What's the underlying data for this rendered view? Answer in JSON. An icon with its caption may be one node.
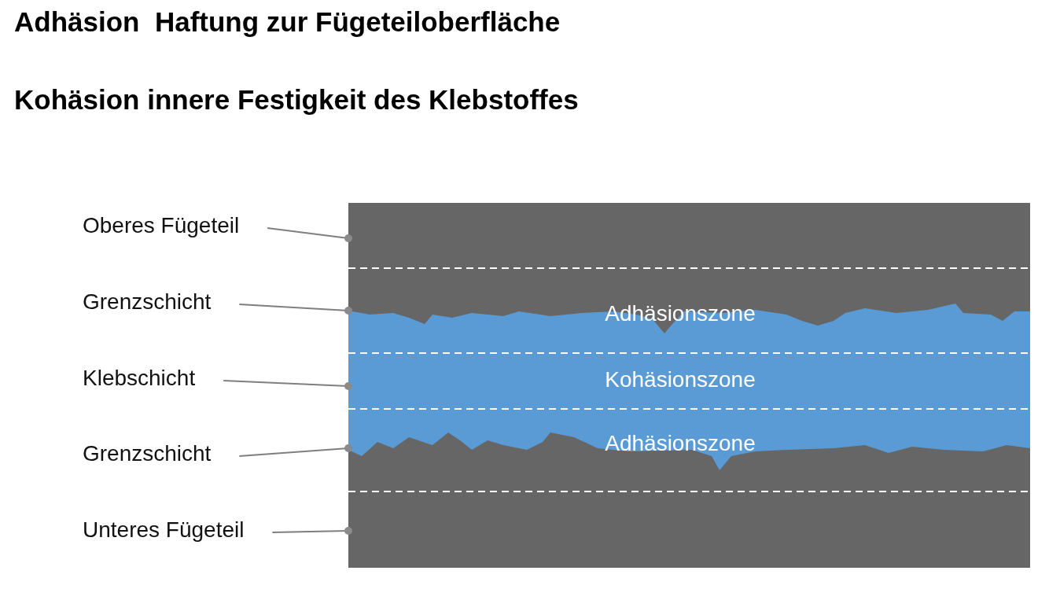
{
  "diagram": {
    "nodes": [
      {
        "text": [
          "Oberes Fügeteil"
        ]
      },
      {
        "text": [
          "Grenzschicht"
        ]
      },
      {
        "text": [
          "Klebschicht"
        ]
      },
      {
        "text": [
          "Grenzschicht"
        ]
      },
      {
        "text": [
          "Unteres Fügeteil"
        ]
      }
    ],
    "edges": [
      {
        "from": 0,
        "to": null,
        "arrow": "other"
      },
      {
        "from": 1,
        "to": null,
        "arrow": "other"
      },
      {
        "from": 2,
        "to": null,
        "arrow": "other"
      },
      {
        "from": 3,
        "to": null,
        "arrow": "other"
      },
      {
        "from": 4,
        "to": null,
        "arrow": "other"
      }
    ],
    "labels": [
      "Adhäsion  Haftung zur Fügeteiloberfläche",
      "Kohäsion innere Festigkeit des Klebstoffes",
      "Adhäsionszone",
      "Kohäsionszone",
      "Adhäsionszone"
    ]
  }
}
